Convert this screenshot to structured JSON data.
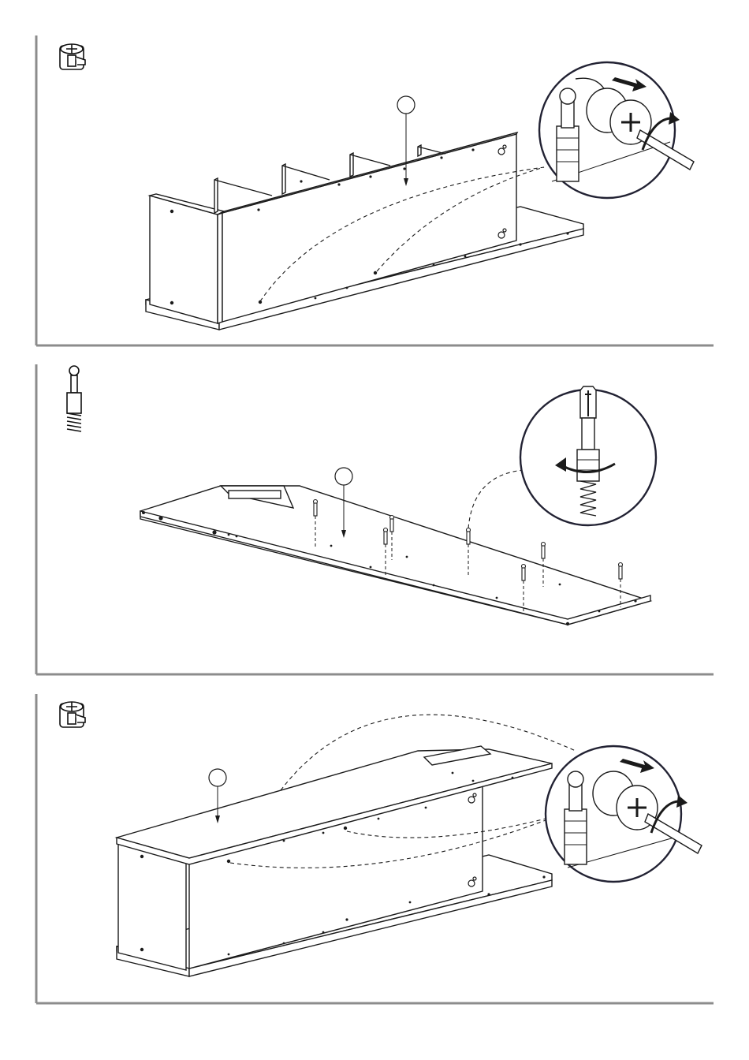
{
  "document": {
    "type": "assembly-instructions",
    "panels": [
      {
        "id": "panel-1",
        "part_icon": "cam-lock-icon",
        "detail_icon": "cam-lock-tightening-detail-icon",
        "step_label": ""
      },
      {
        "id": "panel-2",
        "part_icon": "cam-bolt-icon",
        "detail_icon": "cam-bolt-screwing-detail-icon",
        "step_label": ""
      },
      {
        "id": "panel-3",
        "part_icon": "cam-lock-icon",
        "detail_icon": "cam-lock-tightening-detail-icon",
        "step_label": ""
      }
    ]
  },
  "colors": {
    "line": "#1a1a1a",
    "frame": "#8c8c8c",
    "detail_circle": "#222233",
    "panel_fill": "#ffffff"
  }
}
